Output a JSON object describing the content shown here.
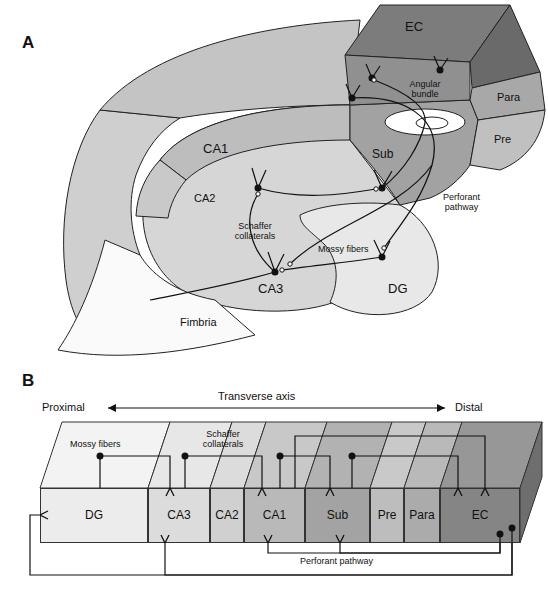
{
  "diagram": {
    "nodes": [
      {
        "text": [
          "DG"
        ]
      },
      {
        "text": [
          "CA3"
        ]
      },
      {
        "text": [
          "CA2"
        ]
      },
      {
        "text": [
          "CA1"
        ]
      },
      {
        "text": [
          "Sub"
        ]
      },
      {
        "text": [
          "Pre"
        ]
      },
      {
        "text": [
          "Para"
        ]
      },
      {
        "text": [
          "EC"
        ]
      }
    ],
    "edges": [
      {
        "from": 0,
        "to": 1,
        "arrow": "to",
        "label": "Mossy fibers"
      },
      {
        "from": 1,
        "to": 3,
        "arrow": "to",
        "label": "Schaffer collaterals"
      },
      {
        "from": 3,
        "to": 4,
        "arrow": "to"
      },
      {
        "from": 4,
        "to": 7,
        "arrow": "to"
      },
      {
        "from": 3,
        "to": 7,
        "arrow": "to"
      },
      {
        "from": 7,
        "to": 0,
        "arrow": "to"
      },
      {
        "from": 7,
        "to": 1,
        "arrow": "to"
      },
      {
        "from": 7,
        "to": 3,
        "arrow": "to",
        "label": "Perforant pathway"
      },
      {
        "from": 7,
        "to": 4,
        "arrow": "to"
      }
    ],
    "labels": [
      "A",
      "EC",
      "Para",
      "Pre",
      "Angular bundle",
      "Sub",
      "CA1",
      "CA2",
      "Schaffer collaterals",
      "Perforant pathway",
      "Mossy fibers",
      "DG",
      "CA3",
      "Fimbria",
      "B",
      "Proximal",
      "Transverse axis",
      "Distal"
    ]
  }
}
